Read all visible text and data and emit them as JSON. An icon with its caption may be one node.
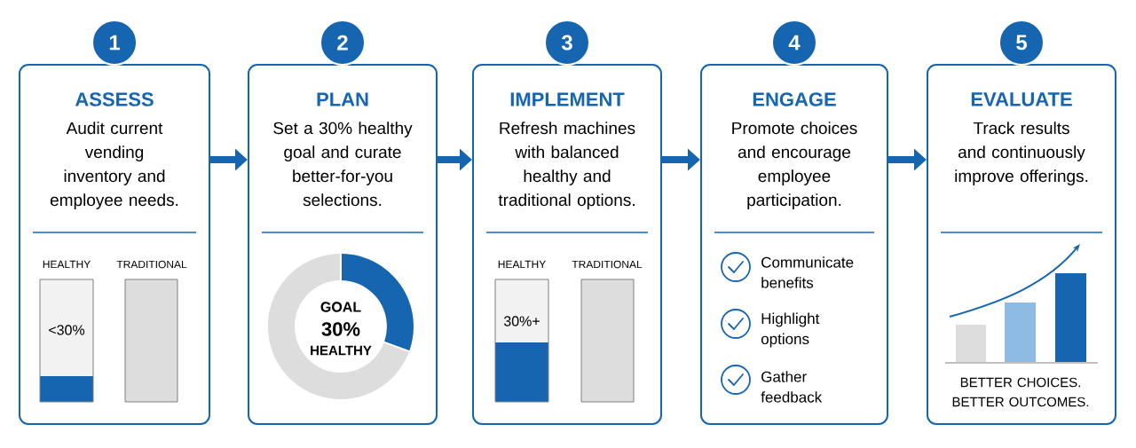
{
  "diagram": {
    "nodes": [
      {
        "text": [
          "1"
        ]
      },
      {
        "text": [
          "ASSESS",
          "Audit current vending inventory and employee needs."
        ]
      },
      {
        "text": [
          "2"
        ]
      },
      {
        "text": [
          "PLAN",
          "Set a 30% healthy goal and curate better-for-you selections."
        ]
      },
      {
        "text": [
          "3"
        ]
      },
      {
        "text": [
          "IMPLEMENT",
          "Refresh machines with balanced healthy and traditional options."
        ]
      },
      {
        "text": [
          "4"
        ]
      },
      {
        "text": [
          "ENGAGE",
          "Promote choices and encourage employee participation."
        ]
      },
      {
        "text": [
          "5"
        ]
      },
      {
        "text": [
          "EVALUATE",
          "Track results and continuously improve offerings."
        ]
      }
    ],
    "edges": [
      {
        "from": 1,
        "to": 3,
        "arrow": "to"
      },
      {
        "from": 3,
        "to": 5,
        "arrow": "to"
      },
      {
        "from": 5,
        "to": 7,
        "arrow": "to"
      },
      {
        "from": 7,
        "to": 9,
        "arrow": "to"
      }
    ],
    "labels": [
      "HEALTHY",
      "TRADITIONAL",
      "<30%",
      "GOAL",
      "30%",
      "HEALTHY",
      "HEALTHY",
      "TRADITIONAL",
      "30%+",
      "Communicate benefits",
      "Highlight options",
      "Gather feedback",
      "BETTER CHOICES. BETTER OUTCOMES."
    ]
  }
}
